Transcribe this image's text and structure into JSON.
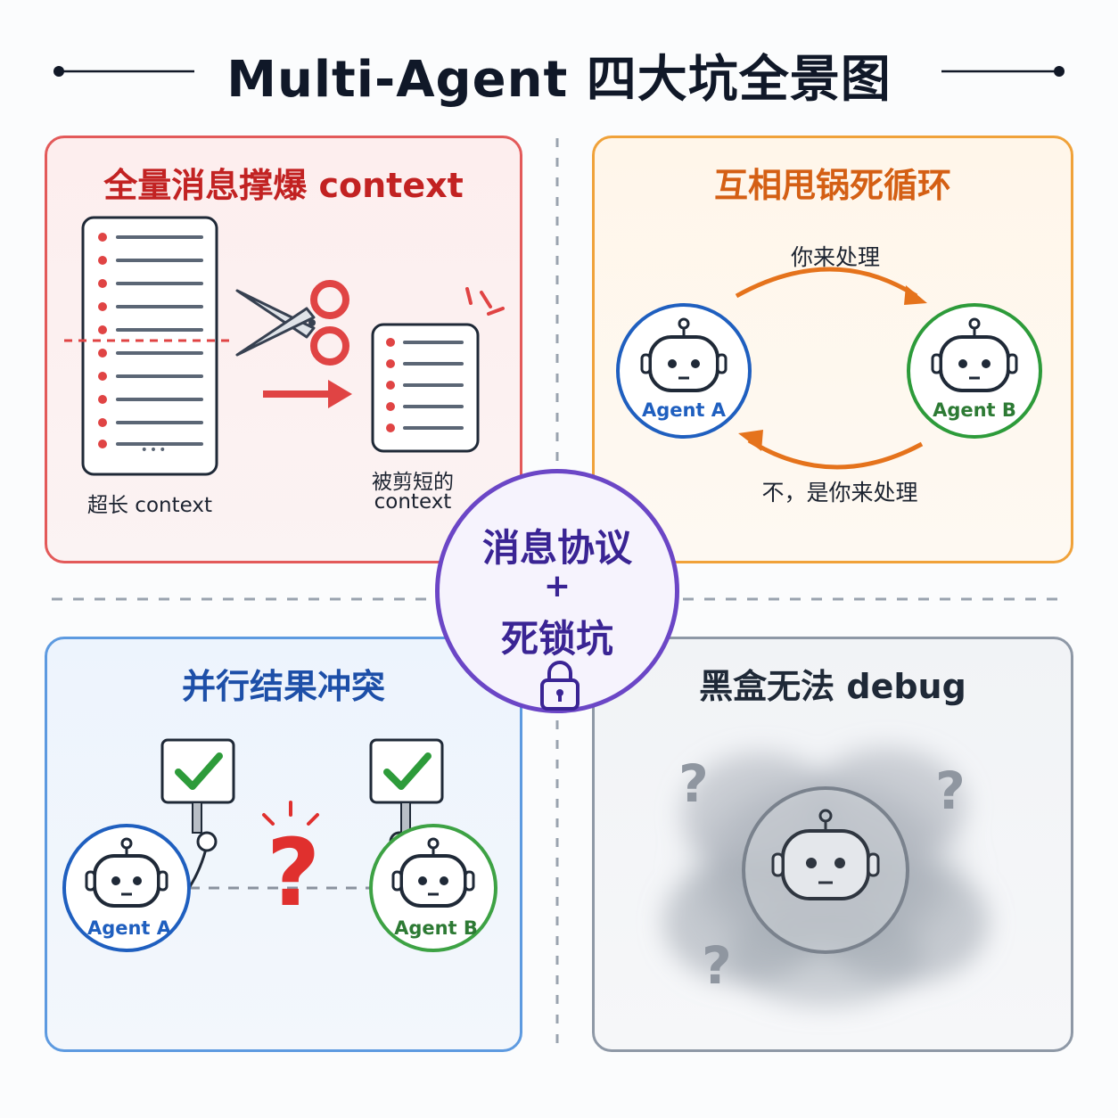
{
  "title": "Multi-Agent 四大坑全景图",
  "panels": {
    "context_overflow": {
      "title": "全量消息撑爆 context",
      "long_label": "超长 context",
      "short_label_line1": "被剪短的",
      "short_label_line2": "context",
      "ellipsis": "•••"
    },
    "blame_loop": {
      "title": "互相甩锅死循环",
      "top_message": "你来处理",
      "bottom_message": "不，是你来处理",
      "agent_a": "Agent A",
      "agent_b": "Agent B"
    },
    "parallel_conflict": {
      "title": "并行结果冲突",
      "agent_a": "Agent A",
      "agent_b": "Agent B",
      "question": "?"
    },
    "black_box": {
      "title": "黑盒无法 debug",
      "question": "?"
    }
  },
  "center": {
    "line1": "消息协议",
    "line2": "+",
    "line3": "死锁坑"
  },
  "colors": {
    "red": "#e0302e",
    "orange": "#e5731c",
    "blue": "#1f5fbf",
    "green": "#2d9b3a",
    "purple": "#6b46c6",
    "gray": "#6b7380"
  }
}
